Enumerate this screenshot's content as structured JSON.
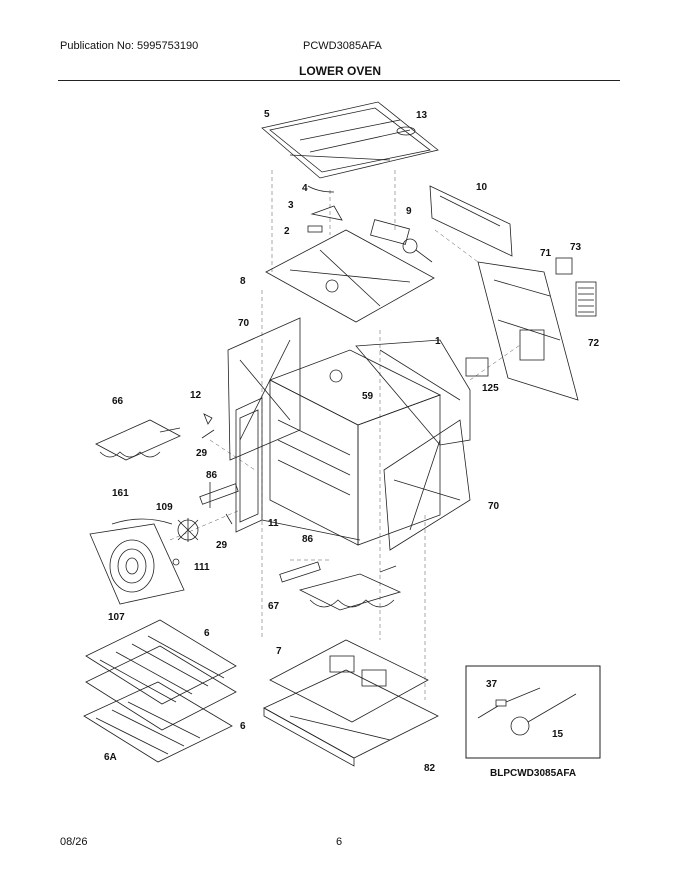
{
  "header": {
    "publication": "Publication No: 5995753190",
    "model": "PCWD3085AFA",
    "title": "LOWER OVEN"
  },
  "diagram": {
    "part_labels": {
      "p5": "5",
      "p13": "13",
      "p4": "4",
      "p10": "10",
      "p3": "3",
      "p9": "9",
      "p2": "2",
      "p71": "71",
      "p73": "73",
      "p8": "8",
      "p72": "72",
      "p70a": "70",
      "p1": "1",
      "p125": "125",
      "p59": "59",
      "p12": "12",
      "p66": "66",
      "p29a": "29",
      "p86a": "86",
      "p70b": "70",
      "p161": "161",
      "p109": "109",
      "p11": "11",
      "p29b": "29",
      "p86b": "86",
      "p111": "111",
      "p107": "107",
      "p67": "67",
      "p6a": "6",
      "p7": "7",
      "p37": "37",
      "p15": "15",
      "p6b": "6",
      "p6A": "6A",
      "p82": "82"
    },
    "inset_code": "BLPCWD3085AFA"
  },
  "footer": {
    "date": "08/26",
    "page": "6"
  }
}
